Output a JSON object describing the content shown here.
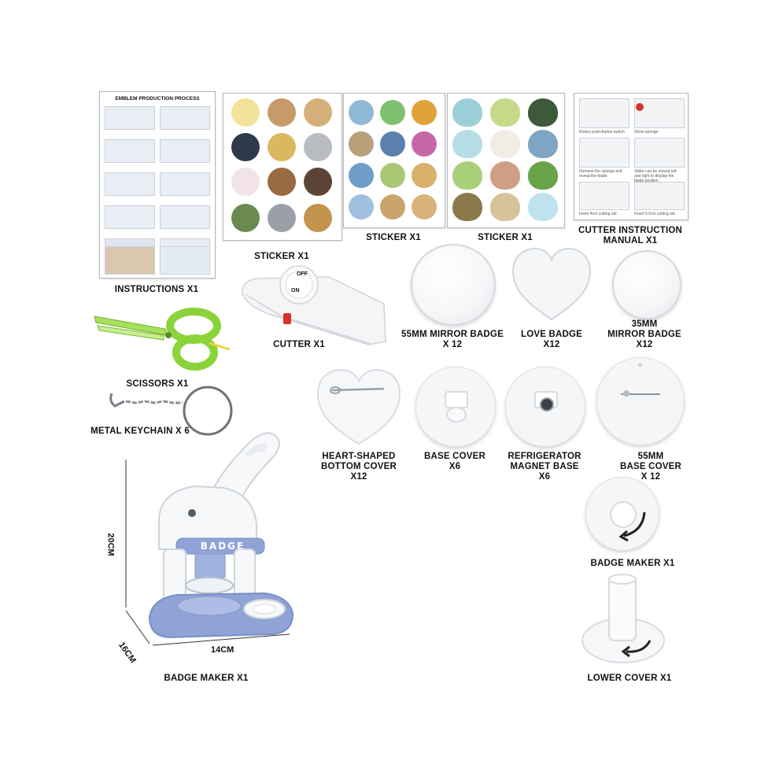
{
  "instructions_sheet": {
    "heading": "EMBLEM PRODUCTION PROCESS"
  },
  "cutter_manual_sheet": {
    "captions": [
      "Rotary push-button switch",
      "Show sponge",
      "Remove the sponge and reveal the blade",
      "Slider can be moved left and right to display the blade position",
      "Insert 4cm cutting aid",
      "Insert 5.5cm cutting aid"
    ]
  },
  "cutter_dial": {
    "off": "OFF",
    "on": "ON"
  },
  "press_brand": "BADGE",
  "dimensions": {
    "height": "20CM",
    "depth": "16CM",
    "width": "14CM"
  },
  "labels": {
    "instructions": "INSTRUCTIONS   X1",
    "sticker_animals": "STICKER   X1",
    "sticker_landmarks": "STICKER   X1",
    "sticker_hearts": "STICKER   X1",
    "cutter_manual_line1": "CUTTER INSTRUCTION",
    "cutter_manual_line2": "MANUAL   X1",
    "cutter": "CUTTER   X1",
    "badge_55_line1": "55MM MIRROR BADGE",
    "badge_55_line2": "X 12",
    "love_badge_line1": "LOVE BADGE",
    "love_badge_line2": "X12",
    "badge_35_line1": "35MM",
    "badge_35_line2": "MIRROR BADGE",
    "badge_35_line3": "X12",
    "scissors": "SCISSORS   X1",
    "keychain": "METAL KEYCHAIN  X 6",
    "heart_cover_line1": "HEART-SHAPED",
    "heart_cover_line2": "BOTTOM COVER",
    "heart_cover_line3": "X12",
    "base_cover_line1": "BASE COVER",
    "base_cover_line2": "X6",
    "magnet_line1": "REFRIGERATOR",
    "magnet_line2": "MAGNET BASE",
    "magnet_line3": "X6",
    "base55_line1": "55MM",
    "base55_line2": "BASE COVER",
    "base55_line3": "X 12",
    "badge_maker_part": "BADGE MAKER   X1",
    "badge_maker_main": "BADGE MAKER   X1",
    "lower_cover": "LOWER COVER   X1"
  },
  "colors": {
    "press_blue": "#8fa3d6",
    "press_white": "#f7f8fa",
    "scissors_green": "#8bd33a",
    "accent_red": "#d9302b"
  }
}
